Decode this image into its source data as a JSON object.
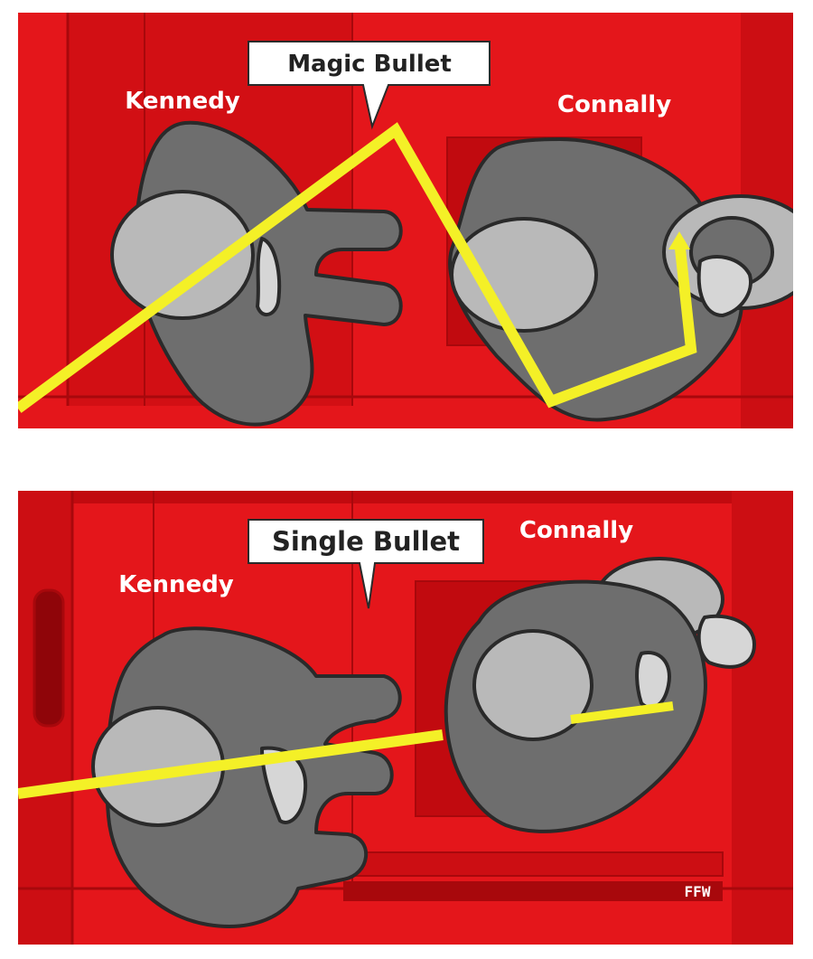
{
  "colors": {
    "background": "#e4161b",
    "background_dark": "#b3090d",
    "body": "#6e6e6e",
    "head": "#b9b9b9",
    "outline": "#2a2a2a",
    "bullet": "#f4f027",
    "callout_fill": "#ffffff"
  },
  "top_panel": {
    "callout": "Magic Bullet",
    "left_person": "Kennedy",
    "right_person": "Connally"
  },
  "bottom_panel": {
    "callout": "Single Bullet",
    "left_person": "Kennedy",
    "right_person": "Connally",
    "signature": "FFW"
  }
}
